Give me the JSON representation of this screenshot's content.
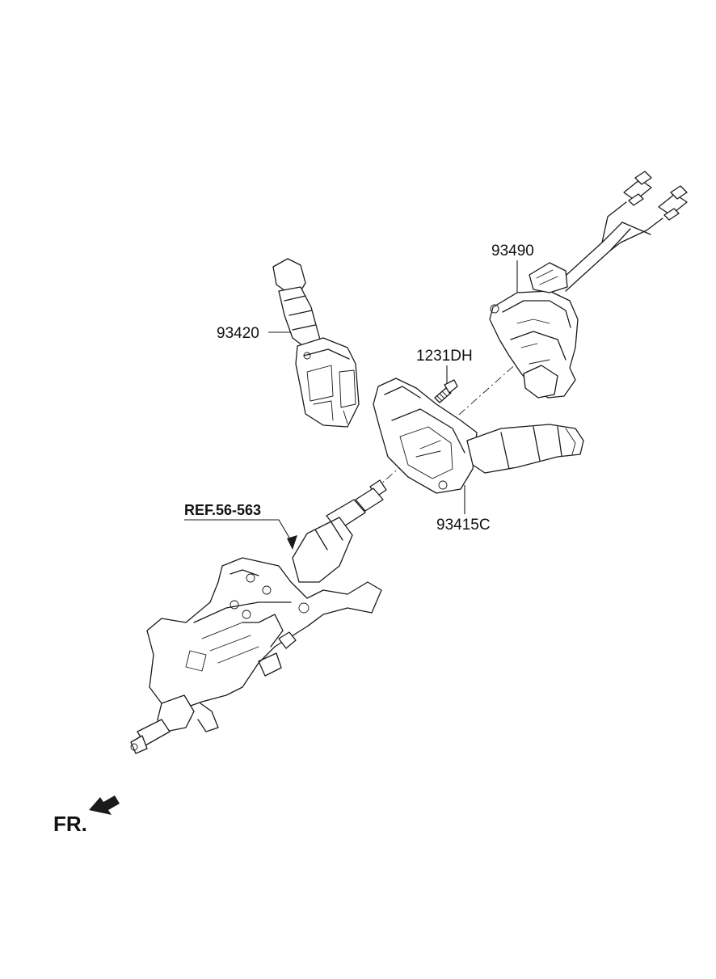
{
  "labels": {
    "part_93490": "93490",
    "part_93420": "93420",
    "part_1231DH": "1231DH",
    "part_93415C": "93415C",
    "ref": "REF.56-563",
    "front": "FR."
  },
  "icons": {
    "front_arrow": "arrow-left-down-icon"
  }
}
